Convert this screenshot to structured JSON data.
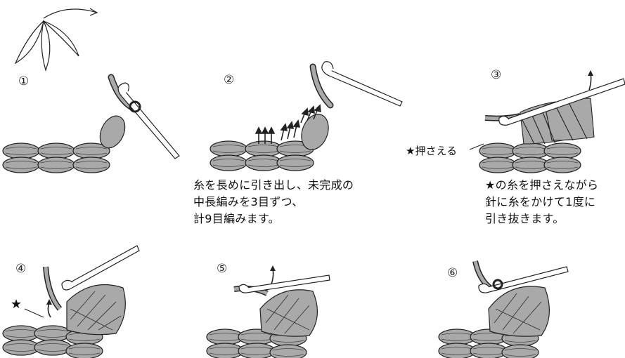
{
  "steps": [
    {
      "number": "①"
    },
    {
      "number": "②",
      "caption": "糸を長めに引き出し、未完成の\n中長編みを3目ずつ、\n計9目編みます。"
    },
    {
      "number": "③",
      "annotation": "★押さえる",
      "caption": "★の糸を押さえながら\n針に糸をかけて1度に\n引き抜きます。"
    },
    {
      "number": "④",
      "star": "★"
    },
    {
      "number": "⑤"
    },
    {
      "number": "⑥"
    }
  ],
  "colors": {
    "yarn": "#a9a9a9",
    "outline": "#222222",
    "background": "#ffffff"
  }
}
